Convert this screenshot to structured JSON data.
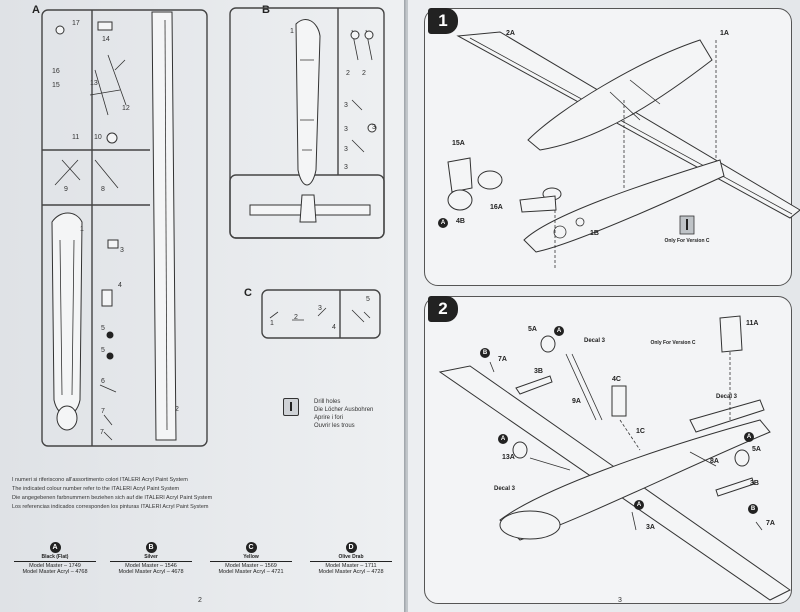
{
  "left_page": {
    "sprue_labels": {
      "A": "A",
      "B": "B",
      "C": "C"
    },
    "sprue_a_parts": [
      "17",
      "14",
      "16",
      "15",
      "13",
      "12",
      "11",
      "10",
      "9",
      "8",
      "1",
      "3",
      "4",
      "5",
      "5",
      "6",
      "7",
      "7",
      "2"
    ],
    "sprue_b_parts": [
      "1",
      "2",
      "2",
      "3",
      "3",
      "3",
      "3",
      "3"
    ],
    "sprue_c_parts": [
      "1",
      "2",
      "3",
      "4",
      "5"
    ],
    "drill": {
      "line1": "Drill holes",
      "line2": "Die Löcher Ausbohren",
      "line3": "Aprire i fori",
      "line4": "Ouvrir les trous"
    },
    "notes": [
      "I numeri si riferiscono all'assortimento colori ITALERI Acryl Paint System",
      "The indicated colour number refer to the ITALERI Acryl Paint System",
      "Die angegebenen farbnummern beziehen sich auf die ITALERI Acryl Paint System",
      "Los referencias indicados corresponden los pinturas ITALERI Acryl Paint System"
    ],
    "paints": [
      {
        "badge": "A",
        "name": "Black (Flat)",
        "line1": "Model Master – 1749",
        "line2": "Model Master Acryl – 4768"
      },
      {
        "badge": "B",
        "name": "Silver",
        "line1": "Model Master – 1546",
        "line2": "Model Master Acryl – 4678"
      },
      {
        "badge": "C",
        "name": "Yellow",
        "line1": "Model Master – 1569",
        "line2": "Model Master Acryl – 4721"
      },
      {
        "badge": "D",
        "name": "Olive Drab",
        "line1": "Model Master – 1711",
        "line2": "Model Master Acryl – 4728"
      }
    ],
    "page_number": "2"
  },
  "right_page": {
    "step1": {
      "number": "1",
      "callouts": [
        "2A",
        "1A",
        "15A",
        "4B",
        "16A",
        "1B"
      ],
      "circle": "A",
      "only_for": "Only For Version C"
    },
    "step2": {
      "number": "2",
      "callouts": [
        "5A",
        "Decal 3",
        "3B",
        "7A",
        "9A",
        "4C",
        "1C",
        "11A",
        "Decal 3",
        "8A",
        "13A",
        "Decal 3",
        "3B",
        "3A",
        "5A",
        "7A"
      ],
      "circles": [
        "B",
        "A",
        "A",
        "A",
        "A",
        "B"
      ],
      "only_for": "Only For Version C"
    },
    "page_number": "3"
  },
  "colors": {
    "paper": "#e9ecef",
    "ink": "#222222",
    "spine": "#9aa0a6"
  }
}
